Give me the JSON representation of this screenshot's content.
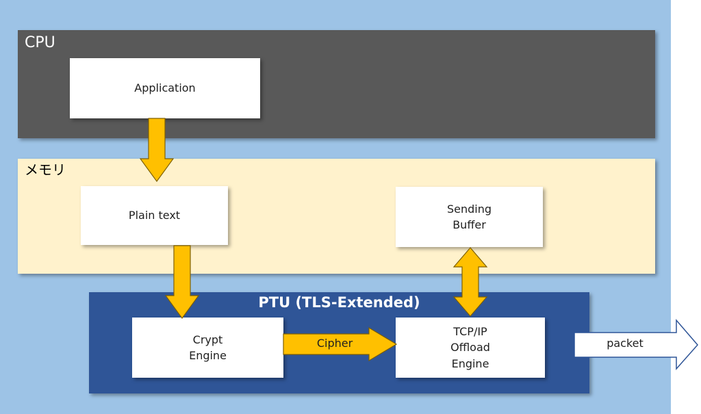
{
  "regions": {
    "cpu": "CPU",
    "memory": "メモリ",
    "ptu": "PTU (TLS-Extended)"
  },
  "boxes": {
    "application": "Application",
    "plain_text": "Plain text",
    "sending_buffer": "Sending\nBuffer",
    "crypt_engine": "Crypt\nEngine",
    "tcpip_engine": "TCP/IP\nOffload\nEngine"
  },
  "arrows": {
    "cipher": "Cipher",
    "packet": "packet"
  },
  "colors": {
    "background": "#9dc3e6",
    "cpu_region": "#595959",
    "memory_region": "#fff2cc",
    "ptu_region": "#2f5597",
    "flow_arrow": "#ffc000"
  }
}
